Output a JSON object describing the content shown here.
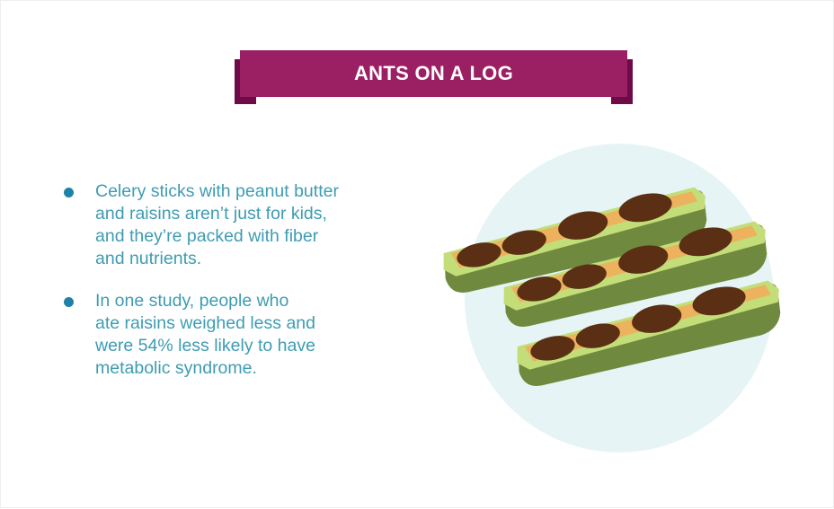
{
  "title": "ANTS ON A LOG",
  "bullets": [
    {
      "lines": [
        "Celery sticks with peanut butter",
        "and raisins aren’t just for kids,",
        "and they’re packed with fiber",
        "and nutrients."
      ]
    },
    {
      "lines": [
        "In one study, people who",
        "ate raisins weighed less and",
        "were 54% less likely to have",
        "metabolic syndrome."
      ]
    }
  ],
  "colors": {
    "banner": "#9b1f63",
    "banner_tab": "#6c0b48",
    "text": "#3e9cb2",
    "bullet": "#1e82a6",
    "circle": "#e6f4f6"
  }
}
